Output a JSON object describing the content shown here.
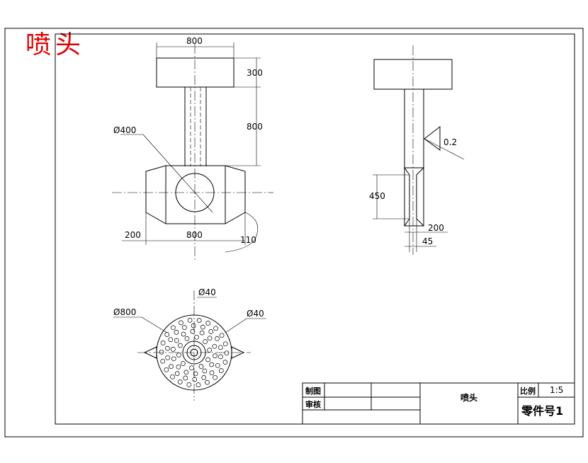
{
  "drawing": {
    "corner_title": "喷头",
    "colors": {
      "title": "#e00000",
      "line": "#000000"
    },
    "front_view": {
      "dim_top_width": "800",
      "dim_head_height": "300",
      "dim_pipe_length": "800",
      "dim_circle": "Ø400",
      "dim_side_left": "200",
      "dim_body_width": "800",
      "dim_angle": "110"
    },
    "side_view": {
      "dim_taper": "0.2",
      "dim_nozzle_height": "450",
      "dim_nozzle_width": "200",
      "dim_nozzle_gap": "45"
    },
    "bottom_view": {
      "dim_center_hole": "Ø40",
      "dim_outer": "Ø800",
      "dim_small_hole": "Ø40"
    },
    "title_block": {
      "drawn_by_label": "制图",
      "checked_by_label": "审核",
      "part_name": "喷头",
      "scale_label": "比例",
      "scale_value": "1:5",
      "part_number": "零件号1"
    }
  }
}
